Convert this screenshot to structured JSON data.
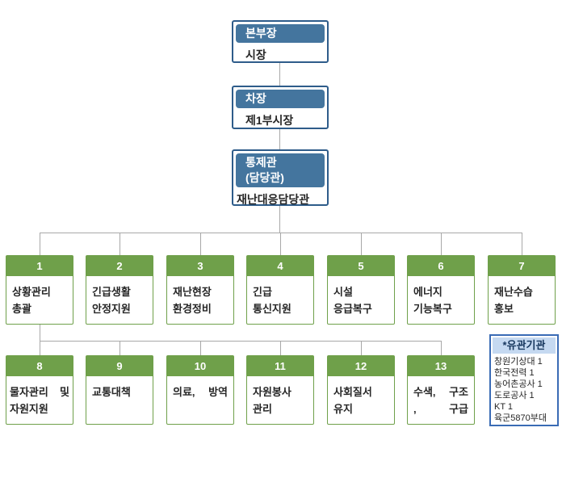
{
  "palette": {
    "blue_header": "#44759E",
    "blue_border": "#2E5C8A",
    "green": "#6FA04A",
    "light_blue": "#C5D9F1",
    "navy": "#17375E",
    "side_border": "#3A6BB5",
    "line": "#A8A8A8",
    "text": "#262626"
  },
  "chain": [
    {
      "header_lines": [
        "본부장"
      ],
      "body_lines": [
        "시장"
      ]
    },
    {
      "header_lines": [
        "차장"
      ],
      "body_lines": [
        "제1부시장"
      ]
    },
    {
      "header_lines": [
        "통제관",
        "(담당관)"
      ],
      "body_lines": [
        "재난대응담당관"
      ]
    }
  ],
  "row1": [
    {
      "num": "1",
      "lines": [
        "상황관리",
        "총괄"
      ]
    },
    {
      "num": "2",
      "lines": [
        "긴급생활",
        "안정지원"
      ]
    },
    {
      "num": "3",
      "lines": [
        "재난현장",
        "환경정비"
      ]
    },
    {
      "num": "4",
      "lines": [
        "긴급",
        "통신지원"
      ]
    },
    {
      "num": "5",
      "lines": [
        "시설",
        "응급복구"
      ]
    },
    {
      "num": "6",
      "lines": [
        "에너지",
        "기능복구"
      ]
    },
    {
      "num": "7",
      "lines": [
        "재난수습",
        "홍보"
      ]
    }
  ],
  "row2": [
    {
      "num": "8",
      "lines": [
        "물자관리 및",
        "자원지원"
      ]
    },
    {
      "num": "9",
      "lines": [
        "교통대책"
      ]
    },
    {
      "num": "10",
      "lines": [
        "의료, 방역"
      ]
    },
    {
      "num": "11",
      "lines": [
        "자원봉사",
        "관리"
      ]
    },
    {
      "num": "12",
      "lines": [
        "사회질서",
        "유지"
      ]
    },
    {
      "num": "13",
      "lines": [
        "수색, 구조",
        ", 구급"
      ]
    }
  ],
  "related": {
    "title": "*유관기관",
    "items": [
      "창원기상대 1",
      "한국전력 1",
      "농어촌공사 1",
      "도로공사 1",
      "KT 1",
      "육군5870부대"
    ]
  }
}
